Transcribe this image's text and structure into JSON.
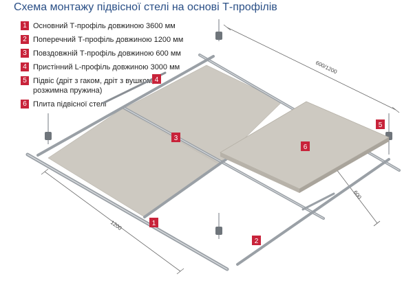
{
  "title": "Схема монтажу підвісної стелі на основі Т-профілів",
  "legend": [
    {
      "num": "1",
      "text": "Основний Т-профіль довжиною 3600 мм"
    },
    {
      "num": "2",
      "text": "Поперечний Т-профіль довжиною 1200 мм"
    },
    {
      "num": "3",
      "text": "Повздовжній Т-профіль довжиною 600 мм"
    },
    {
      "num": "4",
      "text": "Пристінний L-профіль довжиною 3000 мм"
    },
    {
      "num": "5",
      "text": "Підвіс (дріт з гаком, дріт з вушком, розжимна пружина)"
    },
    {
      "num": "6",
      "text": "Плита підвісної стелі"
    }
  ],
  "callouts": [
    "1",
    "2",
    "3",
    "4",
    "5",
    "6"
  ],
  "dimensions": {
    "top_right": "600/1200",
    "right": "600",
    "bottom_left": "1200"
  },
  "colors": {
    "accent": "#c8233a",
    "title": "#2a4f86",
    "tile": "#cdc9c1",
    "profile": "#9aa0a6"
  }
}
